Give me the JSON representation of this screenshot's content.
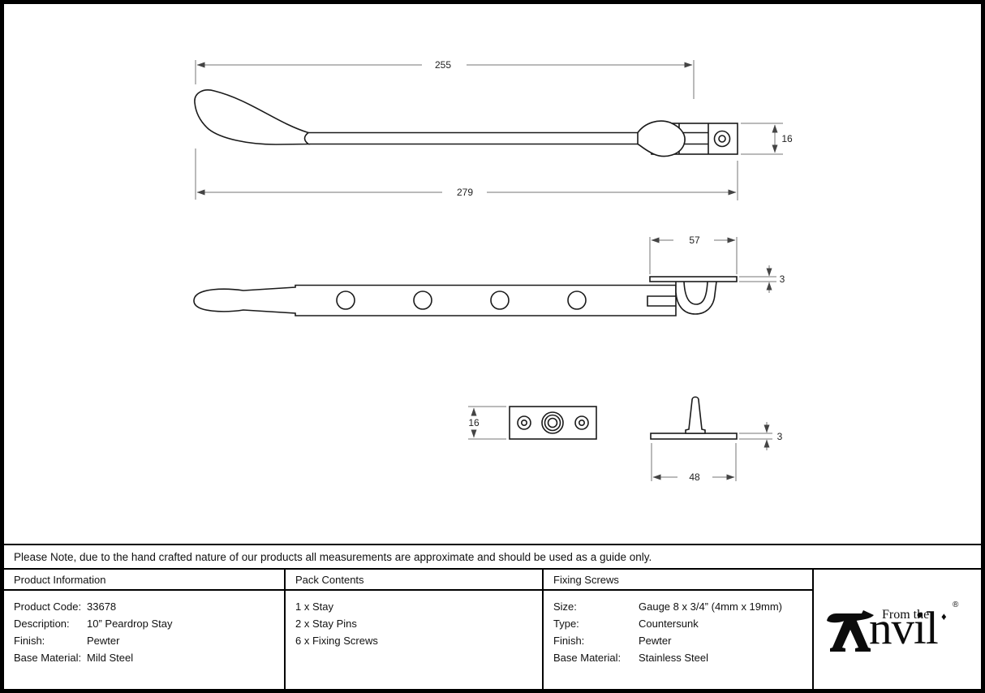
{
  "drawing": {
    "dimensions": {
      "stay_arm_length": "255",
      "overall_length": "279",
      "bracket_height": "16",
      "plate_length": "57",
      "plate_thickness": "3",
      "keeper_plate_height": "16",
      "pin_base_thickness": "3",
      "pin_base_length": "48"
    }
  },
  "note": "Please Note, due to the hand crafted nature of our products all measurements are approximate and should be used as a guide only.",
  "table": {
    "product_information": {
      "header": "Product Information",
      "rows": [
        {
          "label": "Product Code:",
          "value": "33678"
        },
        {
          "label": "Description:",
          "value": "10” Peardrop Stay"
        },
        {
          "label": "Finish:",
          "value": "Pewter"
        },
        {
          "label": "Base Material:",
          "value": "Mild Steel"
        }
      ]
    },
    "pack_contents": {
      "header": "Pack Contents",
      "items": [
        "1 x Stay",
        "2 x Stay Pins",
        "6 x Fixing Screws"
      ]
    },
    "fixing_screws": {
      "header": "Fixing Screws",
      "rows": [
        {
          "label": "Size:",
          "value": "Gauge 8 x 3/4” (4mm x 19mm)"
        },
        {
          "label": "Type:",
          "value": "Countersunk"
        },
        {
          "label": "Finish:",
          "value": "Pewter"
        },
        {
          "label": "Base Material:",
          "value": "Stainless Steel"
        }
      ]
    }
  },
  "brand": {
    "prefix": "From the",
    "diamond": "♦",
    "name_rest": "nvil",
    "registered": "®"
  }
}
